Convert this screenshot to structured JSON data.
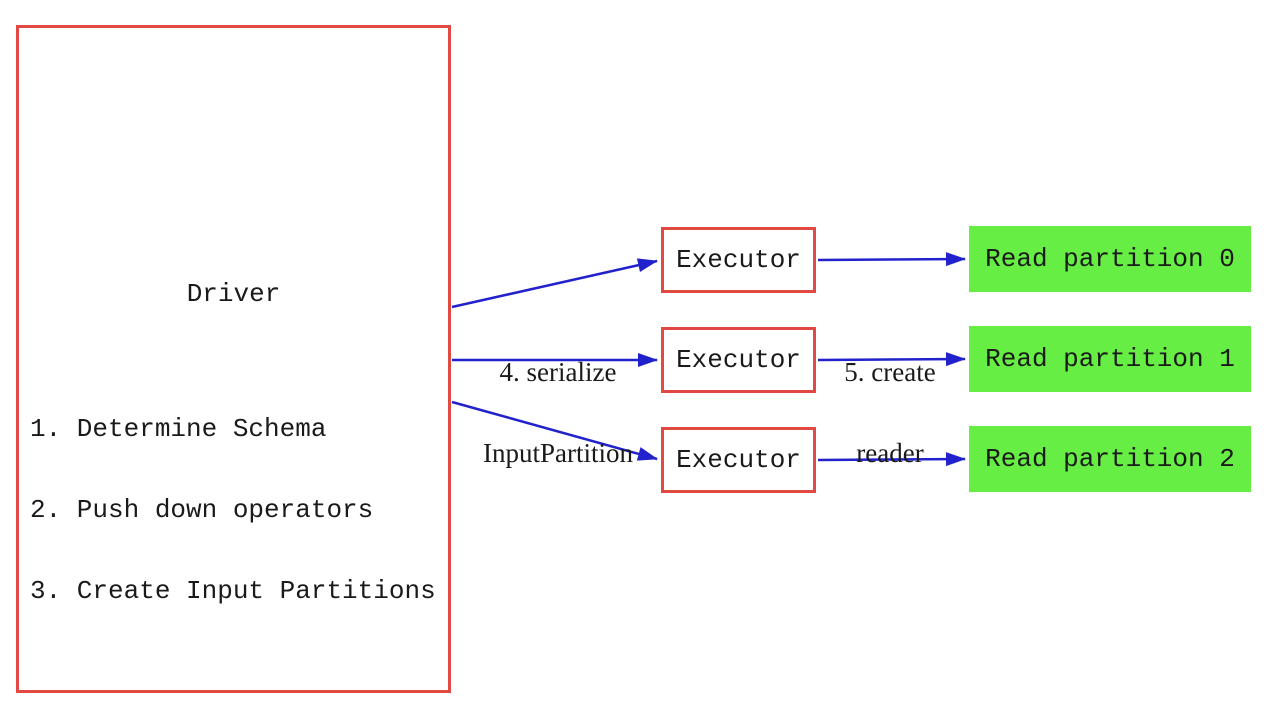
{
  "diagram": {
    "driver": {
      "title": "Driver",
      "steps": [
        "1. Determine Schema",
        "2. Push down operators",
        "3. Create Input Partitions"
      ]
    },
    "executors": [
      {
        "label": "Executor"
      },
      {
        "label": "Executor"
      },
      {
        "label": "Executor"
      }
    ],
    "partitions": [
      {
        "label": "Read partition 0"
      },
      {
        "label": "Read partition 1"
      },
      {
        "label": "Read partition 2"
      }
    ],
    "edge_labels": {
      "serialize": {
        "line1": "4. serialize",
        "line2": "InputPartition"
      },
      "create_reader": {
        "line1": "5. create",
        "line2": "reader"
      }
    },
    "colors": {
      "box_border_red": "#e04a42",
      "partition_green": "#66ee44",
      "arrow_blue": "#2222cc",
      "text_black": "#1a1a1a",
      "background": "#ffffff"
    }
  }
}
